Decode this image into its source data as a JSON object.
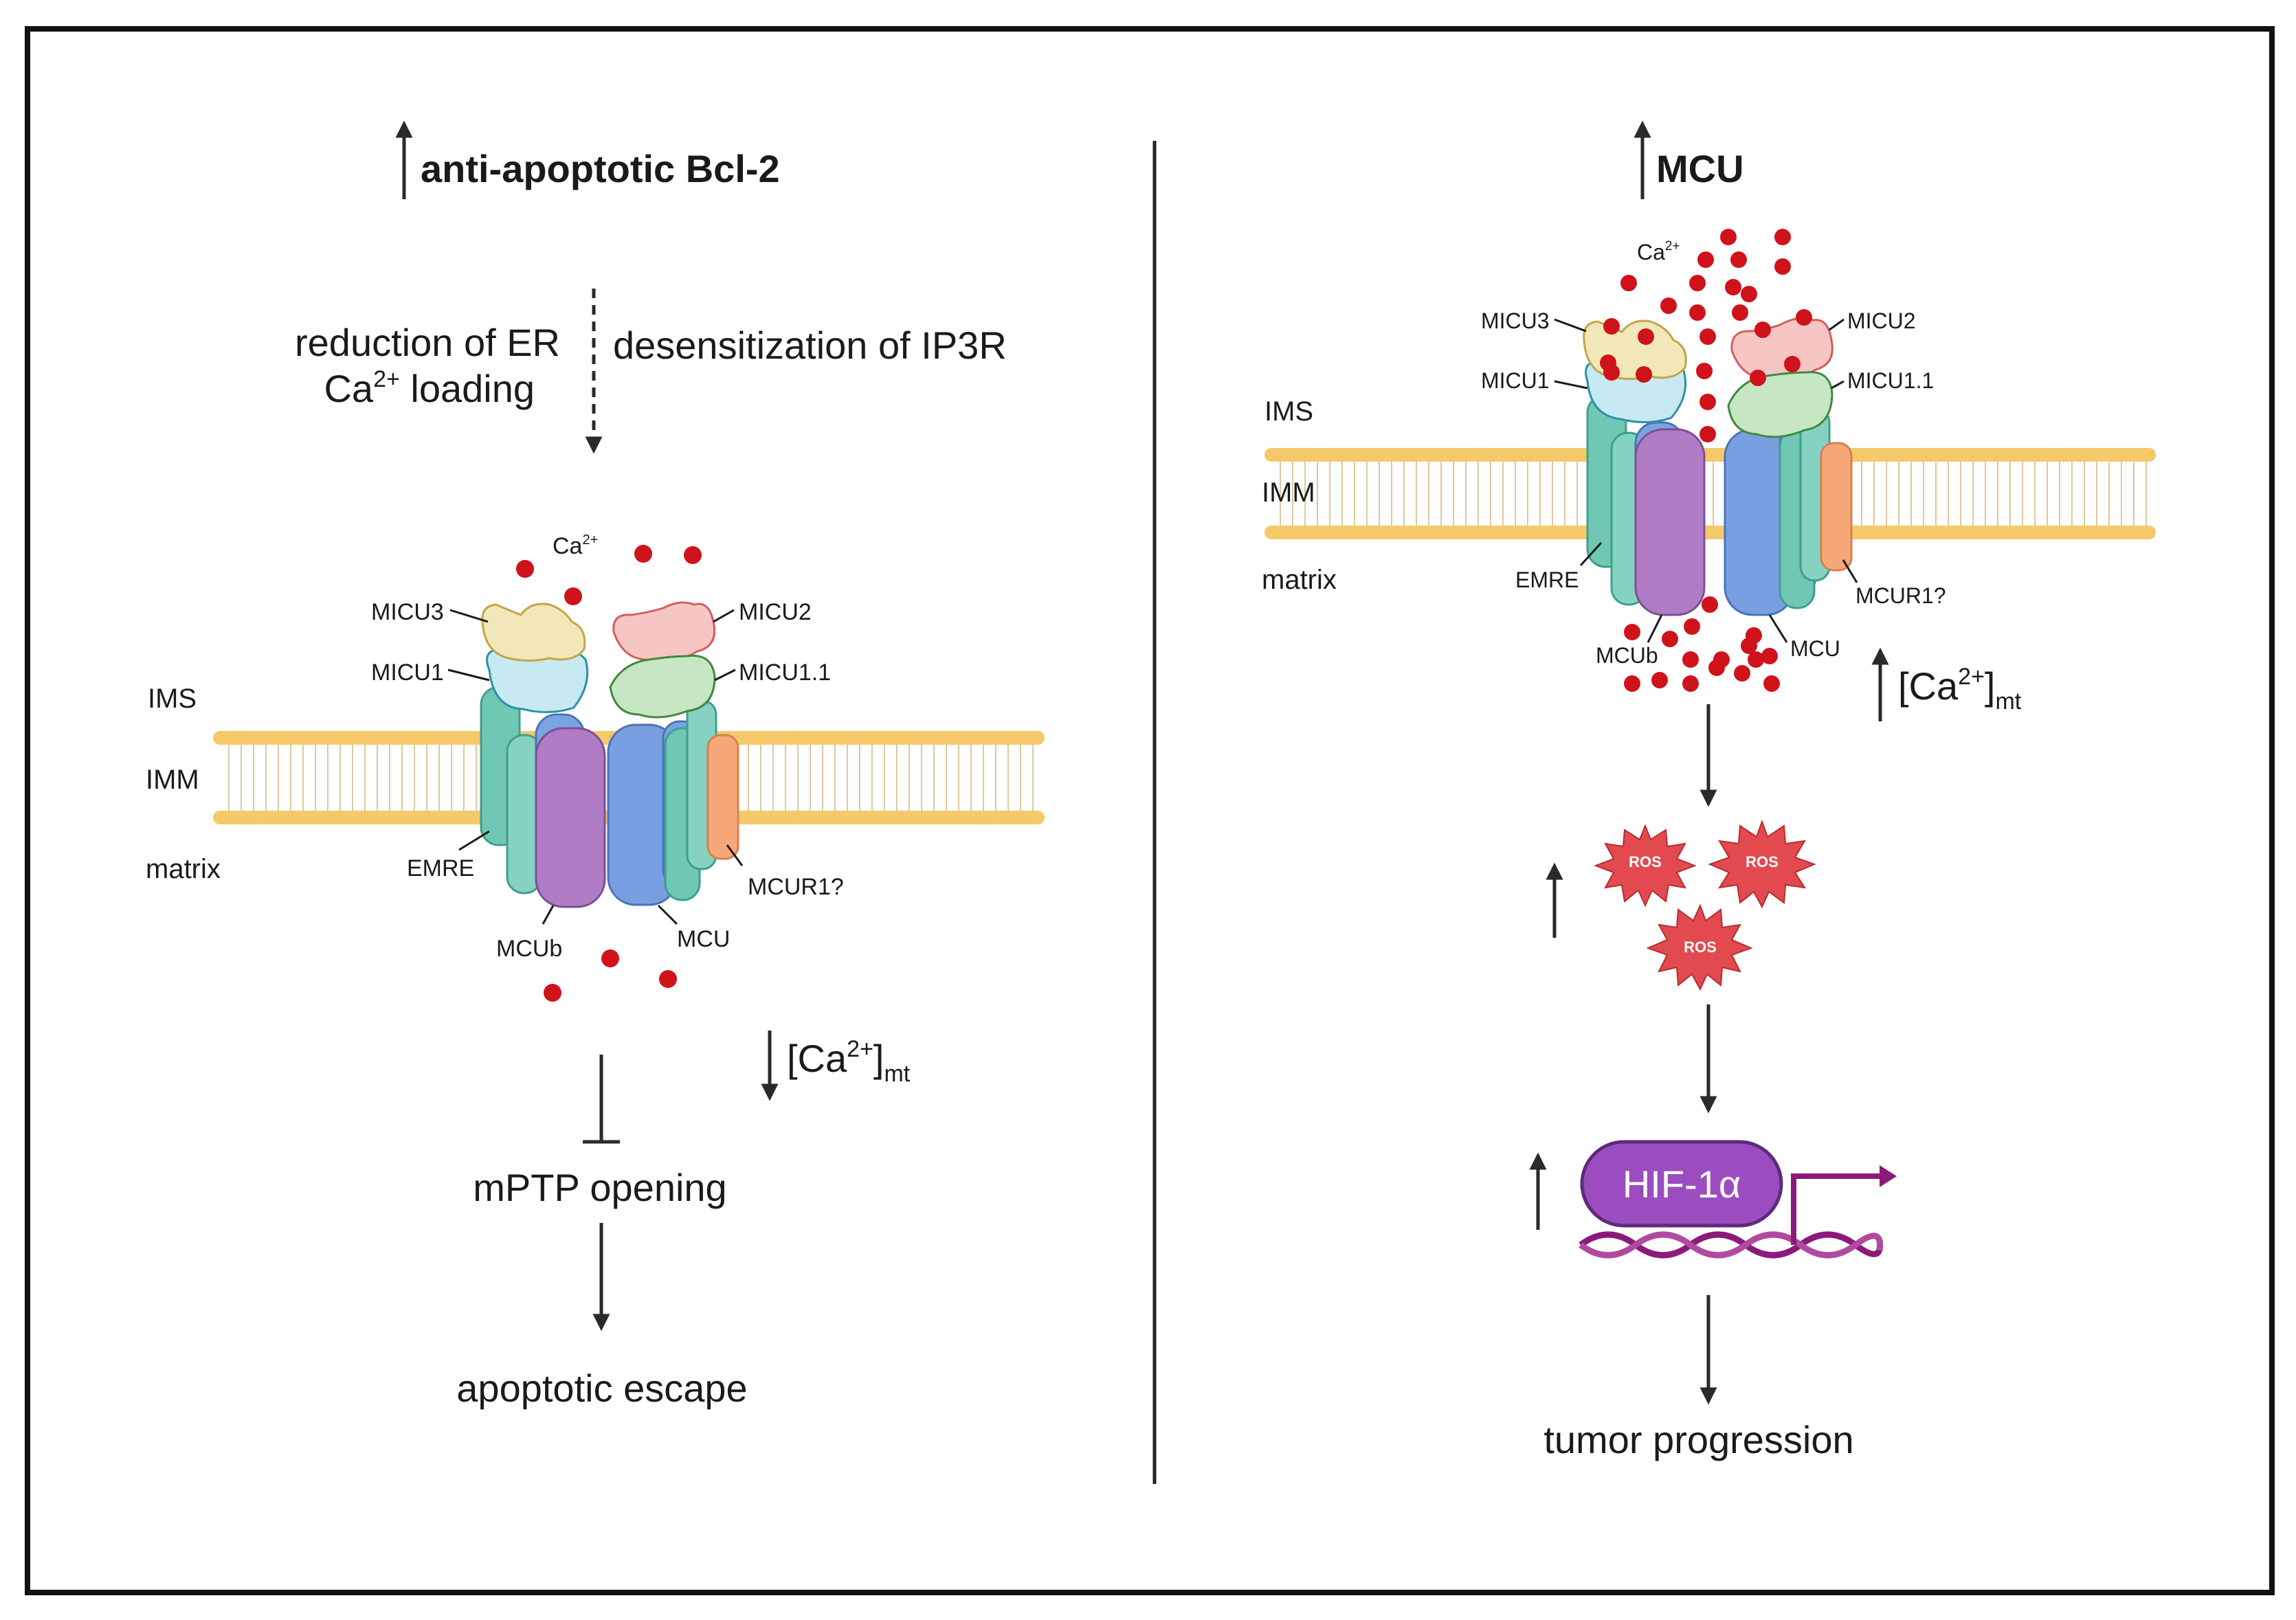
{
  "left_panel": {
    "title": "anti-apoptotic Bcl-2",
    "mechanism_left_1": "reduction of ER",
    "mechanism_left_2_base": "Ca",
    "mechanism_left_2_sup": "2+",
    "mechanism_left_2_rest": " loading",
    "mechanism_right": "desensitization of IP3R",
    "ca_label_base": "Ca",
    "ca_label_sup": "2+",
    "ca_mt_base": "[Ca",
    "ca_mt_sup": "2+",
    "ca_mt_close": "]",
    "ca_mt_sub": "mt",
    "outcome_1": "mPTP opening",
    "outcome_2": "apoptotic escape"
  },
  "right_panel": {
    "title": "MCU",
    "ca_label_base": "Ca",
    "ca_label_sup": "2+",
    "ca_mt_base": "[Ca",
    "ca_mt_sup": "2+",
    "ca_mt_close": "]",
    "ca_mt_sub": "mt",
    "ros_label": "ROS",
    "hif_label": "HIF-1α",
    "outcome": "tumor progression"
  },
  "membrane_labels": {
    "ims": "IMS",
    "imm": "IMM",
    "matrix": "matrix"
  },
  "uniporter_labels": {
    "micu3": "MICU3",
    "micu1": "MICU1",
    "micu2": "MICU2",
    "micu11": "MICU1.1",
    "emre": "EMRE",
    "mcub": "MCUb",
    "mcu": "MCU",
    "mcur1": "MCUR1?"
  },
  "colors": {
    "membrane": "#f5c96a",
    "calcium": "#d0121b",
    "micu3": "#f2e7b8",
    "micu1": "#c6e9f2",
    "micu2": "#f6c6c4",
    "micu11": "#c7e6c3",
    "emre": "#6fc7b4",
    "mcub": "#b07cc6",
    "mcu": "#7a9fe0",
    "mcur1": "#f7a878",
    "ros": "#e24a4f",
    "hif": "#9b4dbf",
    "dna": "#8b1a7a"
  }
}
